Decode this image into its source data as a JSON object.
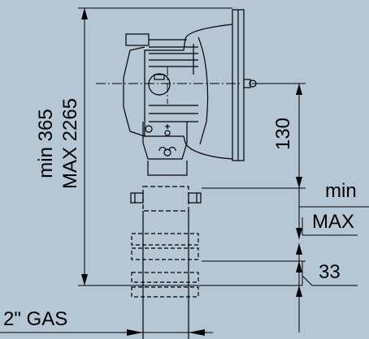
{
  "dimensions": {
    "overall_min": "min 365",
    "overall_max": "MAX 2265",
    "offset": "130",
    "mount_min": "min",
    "mount_max": "MAX",
    "pitch": "33",
    "thread": "2\" GAS"
  },
  "colors": {
    "background": "#b5c7d5",
    "line": "#000000"
  }
}
